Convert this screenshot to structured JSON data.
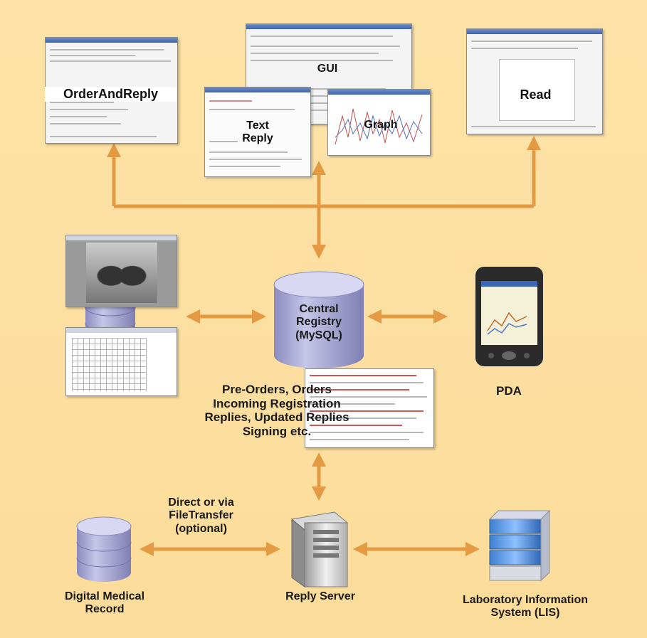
{
  "labels": {
    "order_and_reply": "OrderAndReply",
    "gui": "GUI",
    "text_reply": "Text\nReply",
    "graph": "Graph",
    "read": "Read",
    "central_registry": "Central\nRegistry\n(MySQL)",
    "registry_contents": "Pre-Orders, Orders\nIncoming Registration\nReplies, Updated Replies\nSigning etc.",
    "pda": "PDA",
    "transfer_note": "Direct or via\nFileTransfer\n(optional)",
    "digital_medical_record": "Digital Medical\nRecord",
    "reply_server": "Reply Server",
    "lis": "Laboratory Information\nSystem (LIS)"
  },
  "colors": {
    "background": "#fde0a2",
    "arrow": "#e39a43",
    "database": "#a9a9d6"
  },
  "icons": {
    "database": "cylinder-database-icon",
    "server": "server-tower-icon",
    "lis": "stacked-blue-database-icon",
    "pda": "handheld-pda-icon"
  }
}
